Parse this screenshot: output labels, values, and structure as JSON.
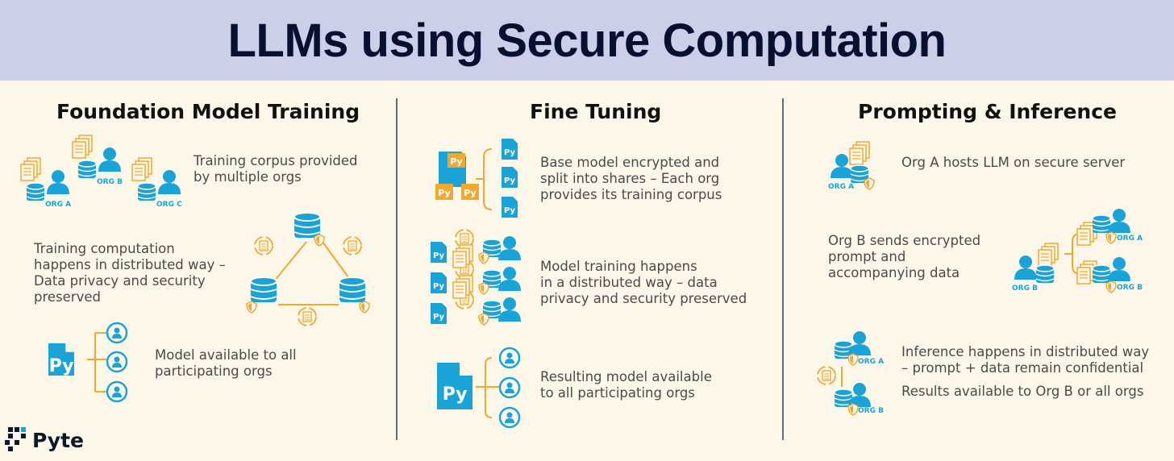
{
  "title": "LLMs using Secure Computation",
  "columns": [
    {
      "heading": "Foundation Model Training",
      "steps": [
        "Training corpus provided\nby multiple orgs",
        "Training computation\nhappens in distributed way –\nData privacy and security\npreserved",
        "Model available to all\nparticipating orgs"
      ],
      "org_labels": [
        "ORG A",
        "ORG B",
        "ORG C"
      ]
    },
    {
      "heading": "Fine Tuning",
      "steps": [
        "Base model encrypted and\nsplit into shares – Each org\nprovides its training corpus",
        "Model training happens\nin a distributed way – data\nprivacy and security preserved",
        "Resulting model available\nto all participating orgs"
      ]
    },
    {
      "heading": "Prompting & Inference",
      "steps": [
        "Org A hosts LLM on secure server",
        "Org B sends encrypted\nprompt and\naccompanying data",
        "Inference happens in distributed way\n– prompt + data remain confidential",
        "Results available to Org B or all orgs"
      ],
      "org_labels": [
        "ORG A",
        "ORG B"
      ]
    }
  ],
  "file_badge": "Py",
  "brand": "Pyte",
  "colors": {
    "banner": "#cbcfe8",
    "background": "#fdf7ea",
    "blue": "#1aa3d6",
    "orange": "#f0a830",
    "divider": "#5a6f7d"
  },
  "icons": [
    "document-stack-icon",
    "person-icon",
    "database-icon",
    "shield-icon",
    "sync-document-icon",
    "python-file-icon",
    "person-circle-icon"
  ]
}
